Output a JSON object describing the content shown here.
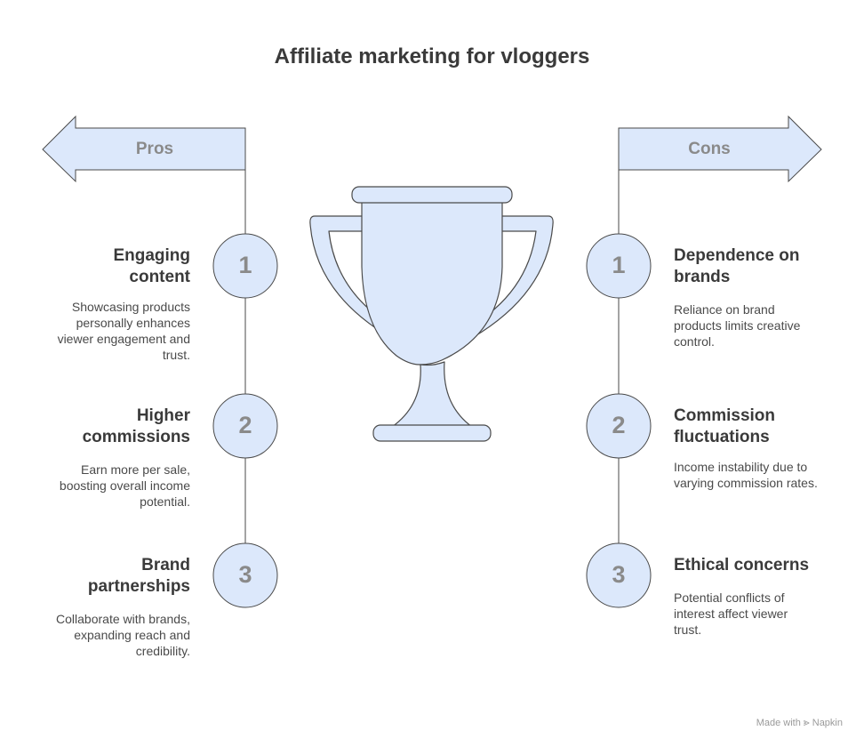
{
  "title": "Affiliate marketing for vloggers",
  "pros": {
    "label": "Pros",
    "items": [
      {
        "number": "1",
        "title": "Engaging content",
        "desc": "Showcasing products personally enhances viewer engagement and trust."
      },
      {
        "number": "2",
        "title": "Higher commissions",
        "desc": "Earn more per sale, boosting overall income potential."
      },
      {
        "number": "3",
        "title": "Brand partnerships",
        "desc": "Collaborate with brands, expanding reach and credibility."
      }
    ]
  },
  "cons": {
    "label": "Cons",
    "items": [
      {
        "number": "1",
        "title": "Dependence on brands",
        "desc": "Reliance on brand products limits creative control."
      },
      {
        "number": "2",
        "title": "Commission fluctuations",
        "desc": "Income instability due to varying commission rates."
      },
      {
        "number": "3",
        "title": "Ethical concerns",
        "desc": "Potential conflicts of interest affect viewer trust."
      }
    ]
  },
  "footer": {
    "made_with": "Made with",
    "brand": "Napkin"
  },
  "colors": {
    "fill": "#dce8fb",
    "stroke": "#4a4a4a",
    "number": "#8a8a8a"
  }
}
